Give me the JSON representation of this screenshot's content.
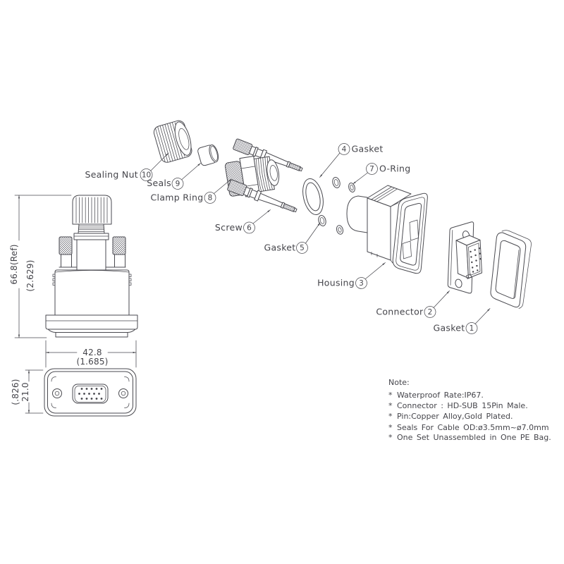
{
  "parts": [
    {
      "name": "Gasket",
      "num": "1"
    },
    {
      "name": "Connector",
      "num": "2"
    },
    {
      "name": "Housing",
      "num": "3"
    },
    {
      "name": "Gasket",
      "num": "4"
    },
    {
      "name": "Gasket",
      "num": "5"
    },
    {
      "name": "Screw",
      "num": "6"
    },
    {
      "name": "O-Ring",
      "num": "7"
    },
    {
      "name": "Clamp Ring",
      "num": "8"
    },
    {
      "name": "Seals",
      "num": "9"
    },
    {
      "name": "Sealing Nut",
      "num": "10"
    }
  ],
  "dimensions": {
    "height_mm": "66.8(Ref)",
    "height_in": "(2.629)",
    "width_mm": "42.8",
    "width_in": "(1.685)",
    "front_height_mm": "21.0",
    "front_height_in": "(.826)"
  },
  "note": {
    "title": "Note:",
    "bullet": "*",
    "items": [
      "Waterproof Rate:IP67.",
      "Connector : HD-SUB 15Pin Male.",
      "Pin:Copper Alloy,Gold Plated.",
      "Seals For Cable OD:ø3.5mm~ø7.0mm",
      "One Set Unassembled in One PE Bag."
    ]
  },
  "colors": {
    "line": "#4a4a50",
    "text": "#45454b",
    "background": "#ffffff"
  }
}
